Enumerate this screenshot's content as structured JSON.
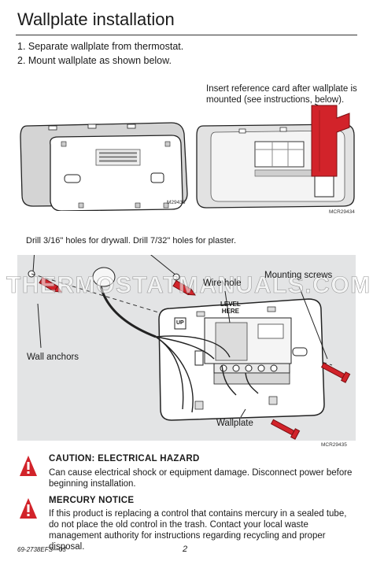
{
  "header": {
    "title": "Wallplate installation"
  },
  "steps": [
    {
      "text": "1. Separate wallplate from thermostat."
    },
    {
      "text": "2. Mount wallplate as shown below."
    }
  ],
  "figures": {
    "reference_note": "Insert reference card after wallplate is mounted (see instructions, below).",
    "fig1_code": "M29433",
    "fig2_code": "MCR29434",
    "drill_note": "Drill 3/16\" holes for drywall. Drill 7/32\" holes for plaster.",
    "main": {
      "wire_hole": "Wire hole",
      "mounting_screws": "Mounting screws",
      "wall_anchors": "Wall anchors",
      "wallplate": "Wallplate",
      "level_line1": "LEVEL",
      "level_line2": "HERE",
      "up_mark": "UP",
      "code": "MCR29435",
      "watermark": "THERMOSTATMANUALS.COM"
    }
  },
  "caution": {
    "heading": "CAUTION: ELECTRICAL HAZARD",
    "body": "Can cause electrical shock or equipment damage. Disconnect power before beginning installation."
  },
  "mercury": {
    "heading": "MERCURY NOTICE",
    "body": "If this product is replacing a control that contains mercury in a sealed tube, do not place the old control in the trash. Contact your local waste management authority for instructions regarding recycling and proper disposal."
  },
  "footer": {
    "doc_id": "69-2738EFS—03",
    "page": "2"
  },
  "colors": {
    "accent_red": "#d2232a",
    "figure_bg": "#e3e4e5"
  }
}
